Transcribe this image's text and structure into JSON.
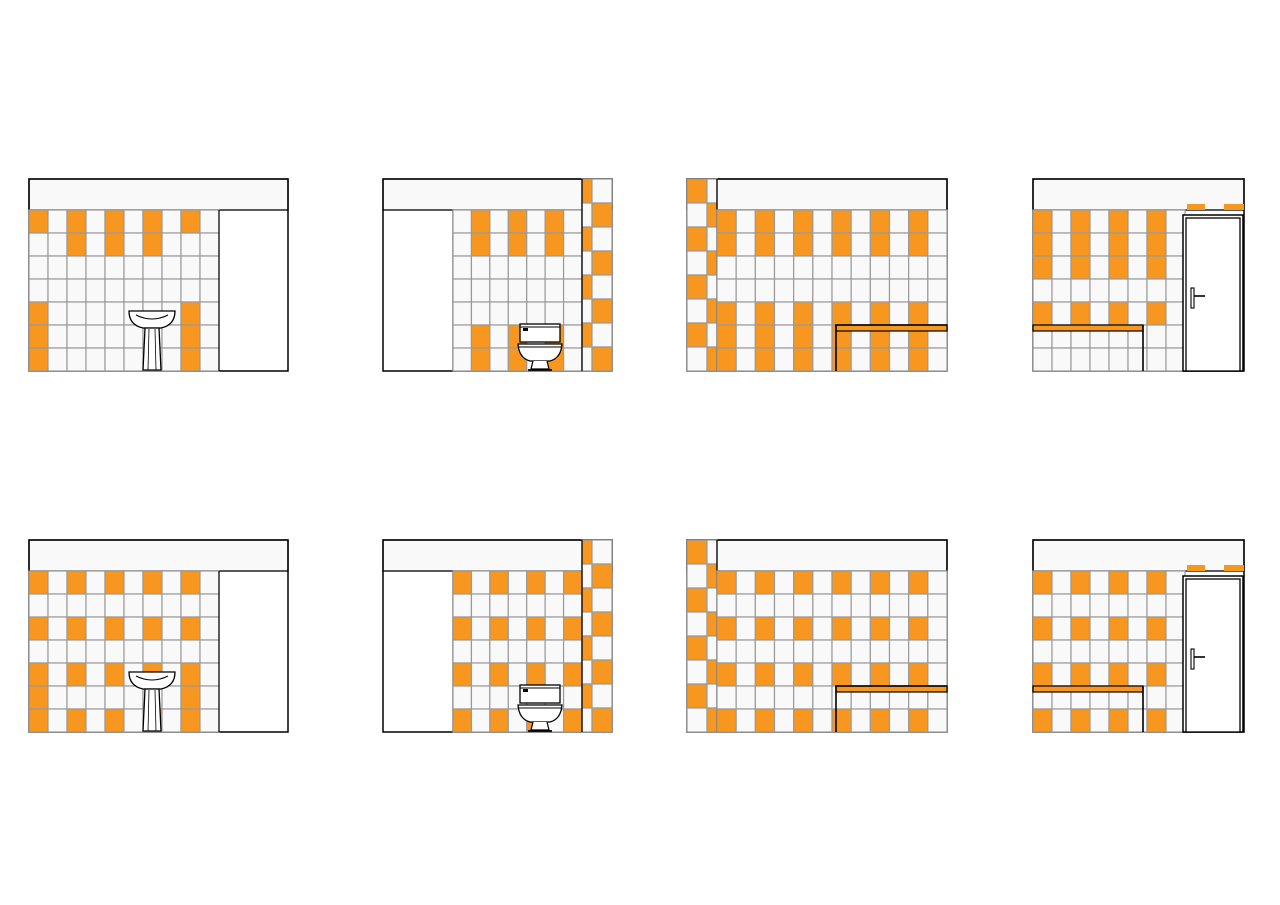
{
  "colors": {
    "background": "#ffffff",
    "tile_accent": "#f7971f",
    "tile_plain": "#f9f9f9",
    "grout": "#9a9a9a",
    "outline": "#000000"
  },
  "sheet": {
    "rows": [
      {
        "name": "layout-a",
        "panels": [
          {
            "wall": "basin-wall",
            "fixture": "pedestal-sink-icon"
          },
          {
            "wall": "toilet-wall",
            "fixture": "toilet-icon"
          },
          {
            "wall": "side-wall",
            "fixture": "none"
          },
          {
            "wall": "door-wall",
            "fixture": "door-icon"
          }
        ]
      },
      {
        "name": "layout-b",
        "panels": [
          {
            "wall": "basin-wall",
            "fixture": "pedestal-sink-icon"
          },
          {
            "wall": "toilet-wall",
            "fixture": "toilet-icon"
          },
          {
            "wall": "side-wall",
            "fixture": "none"
          },
          {
            "wall": "door-wall",
            "fixture": "door-icon"
          }
        ]
      }
    ]
  }
}
